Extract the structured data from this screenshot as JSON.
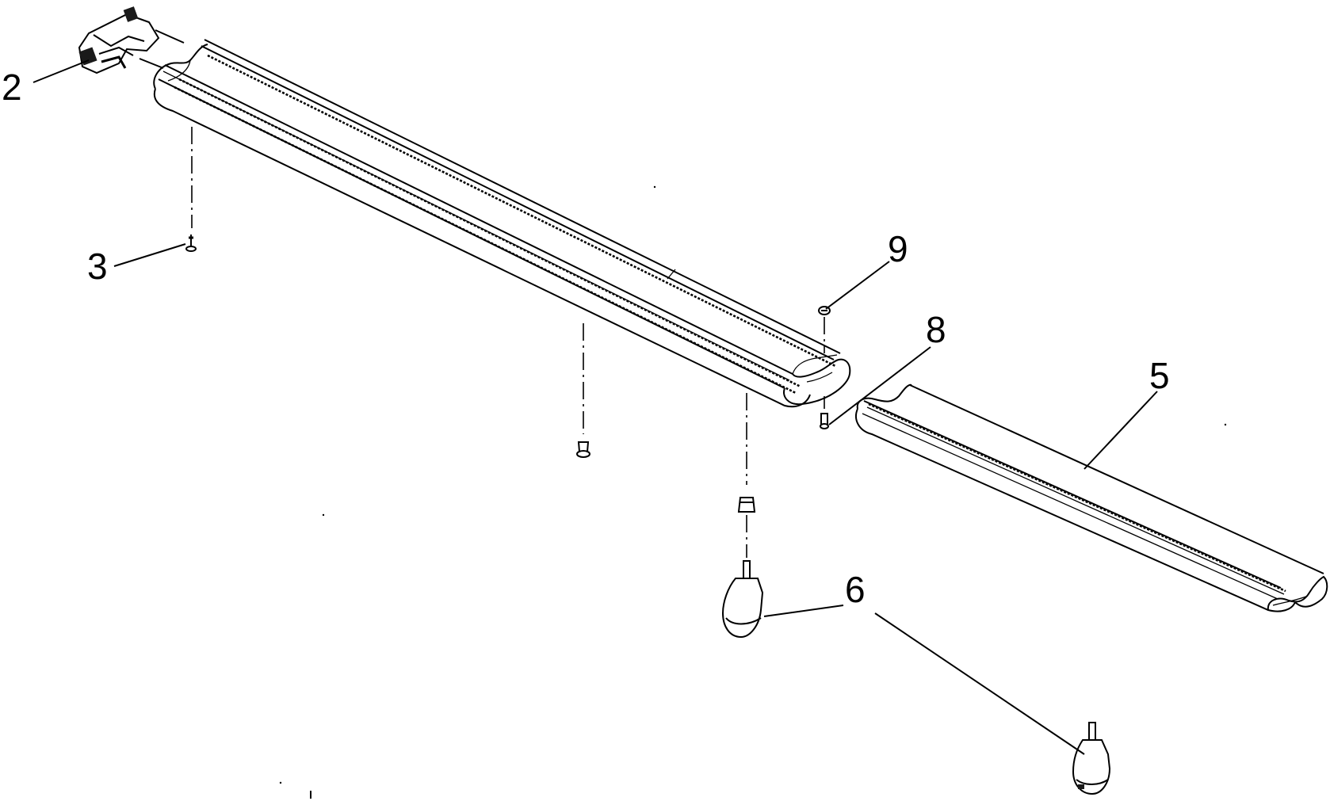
{
  "diagram": {
    "callouts": [
      "2",
      "3",
      "9",
      "8",
      "5",
      "6"
    ]
  },
  "colors": {
    "line": "#000000",
    "background": "#ffffff"
  }
}
